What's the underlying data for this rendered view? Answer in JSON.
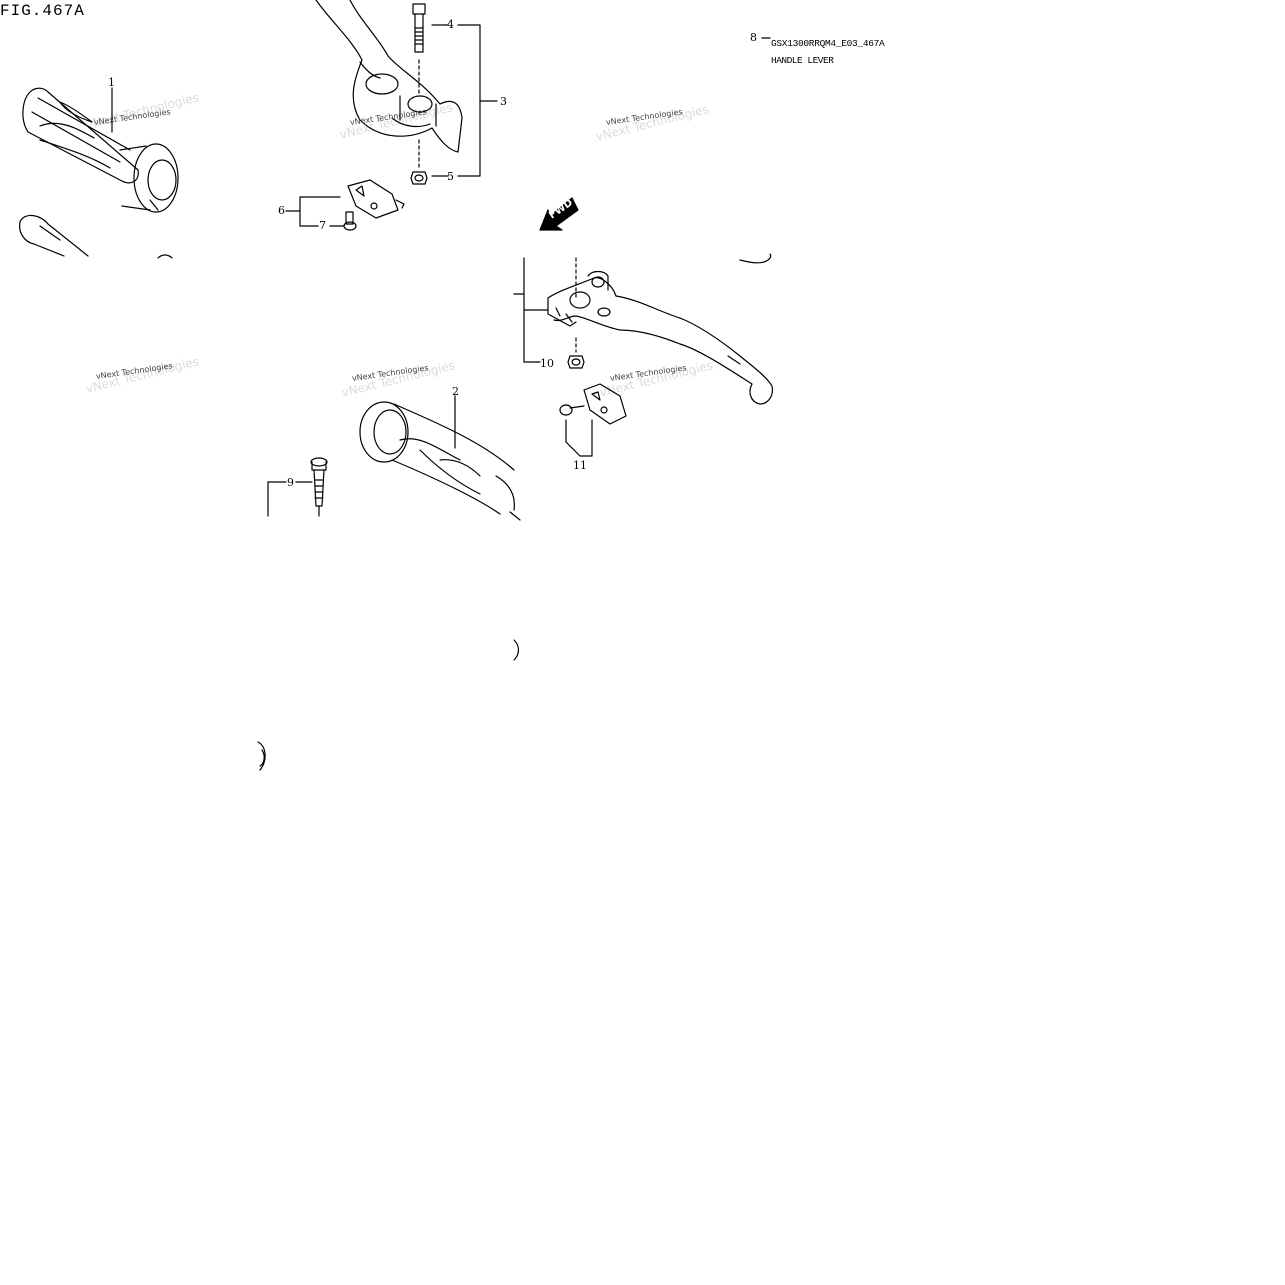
{
  "figure": {
    "title": "FIG.467A",
    "code": "GSX1300RRQM4_E03_467A",
    "name": "HANDLE LEVER"
  },
  "callouts": [
    "1",
    "2",
    "3",
    "4",
    "5",
    "6",
    "7",
    "8",
    "9",
    "10",
    "11"
  ],
  "watermark": {
    "text": "vNext Technologies"
  },
  "fwd_arrow": {
    "label": "FWD"
  }
}
